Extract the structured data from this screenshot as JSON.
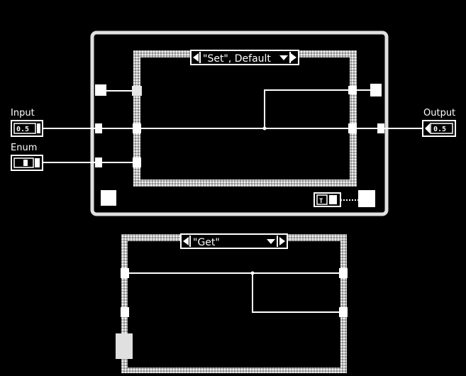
{
  "diagram": {
    "terminals": {
      "input_label": "Input",
      "input_value": "0.5",
      "enum_label": "Enum",
      "output_label": "Output",
      "output_value": "0.5"
    },
    "case_set": {
      "selector_label": "\"Set\", Default"
    },
    "case_get": {
      "selector_label": "\"Get\""
    },
    "constant": {
      "label": "T"
    },
    "colors": {
      "background": "#000000",
      "wire": "#ffffff",
      "frame_border": "#d8d8d8"
    }
  }
}
